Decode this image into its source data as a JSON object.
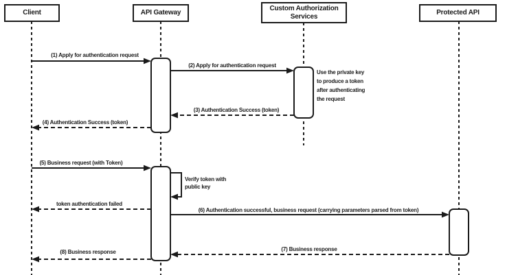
{
  "diagram_type": "sequence-diagram",
  "colors": {
    "line": "#1a1a1a",
    "background": "#ffffff"
  },
  "actors": [
    {
      "label": "Client"
    },
    {
      "label": "API Gateway"
    },
    {
      "label": "Custom Authorization Services"
    },
    {
      "label": "Protected API"
    }
  ],
  "messages": [
    {
      "label": "(1) Apply for authentication request",
      "from": "Client",
      "to": "API Gateway",
      "style": "solid"
    },
    {
      "label": "(2) Apply for authentication request",
      "from": "API Gateway",
      "to": "Custom Authorization Services",
      "style": "solid"
    },
    {
      "label": "(3) Authentication Success (token)",
      "from": "Custom Authorization Services",
      "to": "API Gateway",
      "style": "dashed"
    },
    {
      "label": "(4) Authentication Success (token)",
      "from": "API Gateway",
      "to": "Client",
      "style": "dashed"
    },
    {
      "label": "(5) Business request (with Token)",
      "from": "Client",
      "to": "API Gateway",
      "style": "solid"
    },
    {
      "label": "Verify token with public key",
      "from": "API Gateway",
      "to": "API Gateway",
      "style": "self"
    },
    {
      "label": "token authentication failed",
      "from": "API Gateway",
      "to": "Client",
      "style": "dashed"
    },
    {
      "label": "(6) Authentication successful, business request (carrying parameters parsed from token)",
      "from": "API Gateway",
      "to": "Protected API",
      "style": "solid"
    },
    {
      "label": "(7) Business response",
      "from": "Protected API",
      "to": "API Gateway",
      "style": "dashed"
    },
    {
      "label": "(8) Business response",
      "from": "API Gateway",
      "to": "Client",
      "style": "dashed"
    }
  ],
  "notes": [
    {
      "text": "Use the private key to produce a token after authenticating the request",
      "attached_to": "Custom Authorization Services"
    }
  ]
}
